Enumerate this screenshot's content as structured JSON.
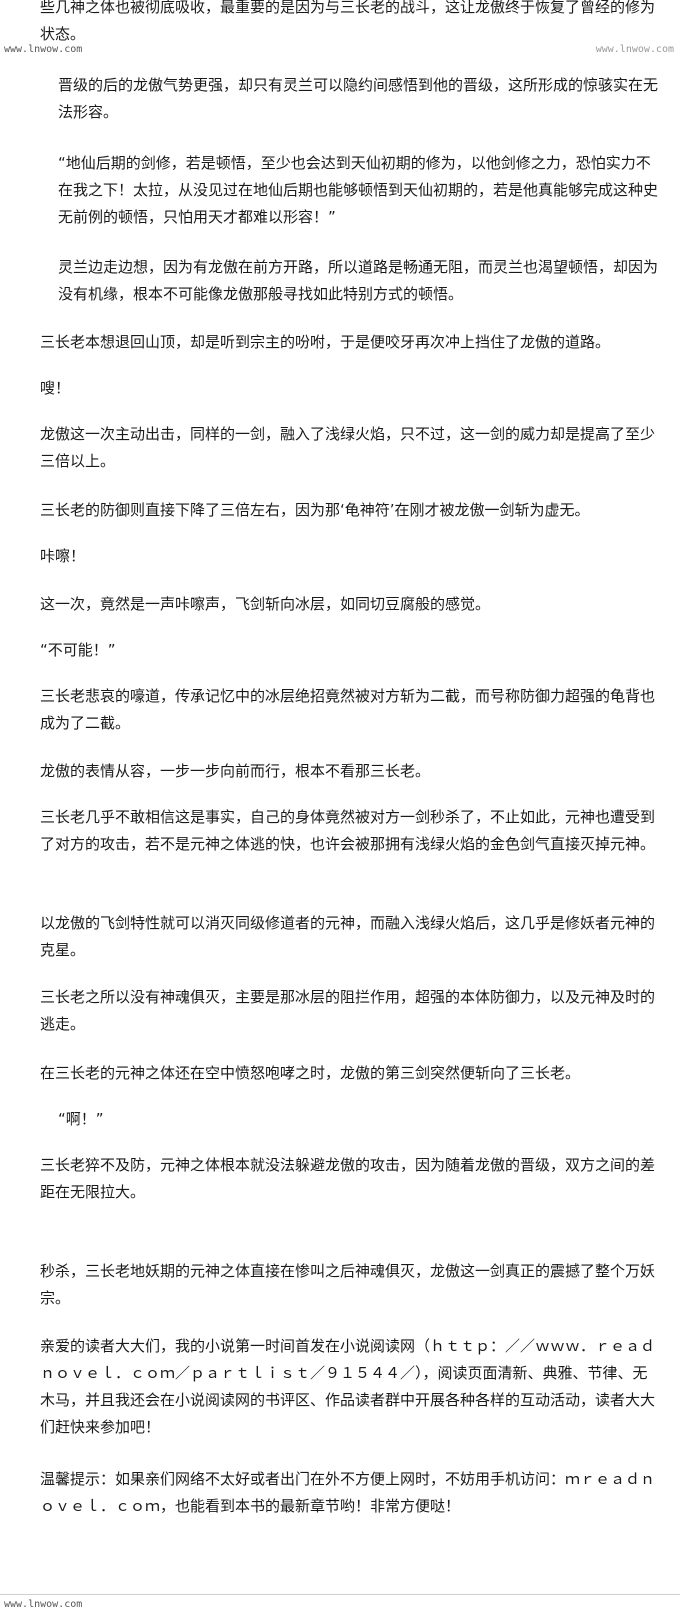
{
  "watermarks": {
    "top_left": "www.lnwow.com",
    "top_right": "www.lnwow.com",
    "bottom_left": "www.lnwow.com"
  },
  "paragraphs": [
    "些几神之体也被彻底吸收，最重要的是因为与三长老的战斗，这让龙傲终于恢复了曾经的修为状态。",
    "晋级的后的龙傲气势更强，却只有灵兰可以隐约间感悟到他的晋级，这所形成的惊骇实在无法形容。",
    "“地仙后期的剑修，若是顿悟，至少也会达到天仙初期的修为，以他剑修之力，恐怕实力不在我之下！太拉，从没见过在地仙后期也能够顿悟到天仙初期的，若是他真能够完成这种史无前例的顿悟，只怕用天才都难以形容！”",
    "灵兰边走边想，因为有龙傲在前方开路，所以道路是畅通无阻，而灵兰也渴望顿悟，却因为没有机缘，根本不可能像龙傲那般寻找如此特别方式的顿悟。",
    "三长老本想退回山顶，却是听到宗主的吩咐，于是便咬牙再次冲上挡住了龙傲的道路。",
    "嗖！",
    "龙傲这一次主动出击，同样的一剑，融入了浅绿火焰，只不过，这一剑的威力却是提高了至少三倍以上。",
    "三长老的防御则直接下降了三倍左右，因为那‘龟神符’在刚才被龙傲一剑斩为虚无。",
    "咔嚓！",
    "这一次，竟然是一声咔嚓声，飞剑斩向冰层，如同切豆腐般的感觉。",
    "“不可能！”",
    "三长老悲哀的嚎道，传承记忆中的冰层绝招竟然被对方斩为二截，而号称防御力超强的龟背也成为了二截。",
    "龙傲的表情从容，一步一步向前而行，根本不看那三长老。",
    "三长老几乎不敢相信这是事实，自己的身体竟然被对方一剑秒杀了，不止如此，元神也遭受到了对方的攻击，若不是元神之体逃的快，也许会被那拥有浅绿火焰的金色剑气直接灭掉元神。",
    "以龙傲的飞剑特性就可以消灭同级修道者的元神，而融入浅绿火焰后，这几乎是修妖者元神的克星。",
    "三长老之所以没有神魂俱灭，主要是那冰层的阻拦作用，超强的本体防御力，以及元神及时的逃走。",
    "在三长老的元神之体还在空中愤怒咆哮之时，龙傲的第三剑突然便斩向了三长老。",
    "“啊！”",
    "三长老猝不及防，元神之体根本就没法躲避龙傲的攻击，因为随着龙傲的晋级，双方之间的差距在无限拉大。",
    "秒杀，三长老地妖期的元神之体直接在惨叫之后神魂俱灭，龙傲这一剑真正的震撼了整个万妖宗。",
    "亲爱的读者大大们，我的小说第一时间首发在小说阅读网（ｈｔｔｐ：／／ｗｗｗ．ｒｅａｄｎｏｖｅｌ．ｃｏｍ／ｐａｒｔｌｉｓｔ／９１５４４／），阅读页面清新、典雅、节律、无木马，并且我还会在小说阅读网的书评区、作品读者群中开展各种各样的互动活动，读者大大们赶快来参加吧！",
    "温馨提示：如果亲们网络不太好或者出门在外不方便上网时，不妨用手机访问：ｍｒｅａｄｎｏｖｅｌ．ｃｏｍ，也能看到本书的最新章节哟！非常方便哒！"
  ]
}
